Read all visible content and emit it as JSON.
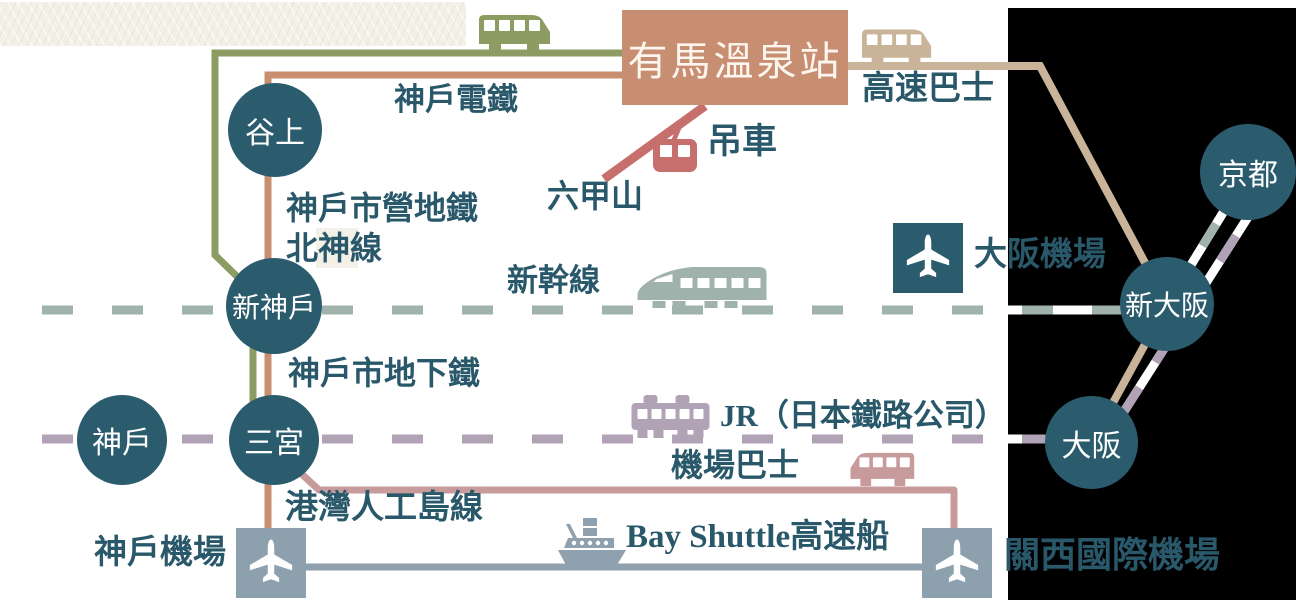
{
  "terminal": {
    "arima": "有馬溫泉站"
  },
  "stations": {
    "tanigami": "谷上",
    "shin_kobe": "新神戶",
    "kobe": "神戶",
    "sannomiya": "三宮",
    "kyoto": "京都",
    "shin_osaka": "新大阪",
    "osaka": "大阪"
  },
  "labels": {
    "kobe_electric": "神戶電鐵",
    "highway_bus": "高速巴士",
    "ropeway": "吊車",
    "rokko": "六甲山",
    "hokushin_line_1": "神戶市營地鐵",
    "hokushin_line_2": "北神線",
    "shinkansen": "新幹線",
    "osaka_airport": "大阪機場",
    "kobe_subway": "神戶市地下鐵",
    "jr": "JR（日本鐵路公司）",
    "airport_bus": "機場巴士",
    "port_liner": "港灣人工島線",
    "kobe_airport": "神戶機場",
    "bay_shuttle": "Bay Shuttle高速船",
    "kansai_airport": "關西國際機場"
  },
  "icons": {
    "city_bus": "bus-icon",
    "highway_bus": "bus-icon",
    "airport_limousine_bus": "bus-icon",
    "shinkansen_train": "bullet-train-icon",
    "jr_train": "train-icon",
    "ropeway_gondola": "gondola-icon",
    "bay_shuttle_ferry": "ship-icon",
    "airport": "plane-icon"
  },
  "colors": {
    "background": "#ffffff",
    "right_panel": "#000000",
    "paper_texture": "#f2f0e7",
    "station_circle": "#2b5c6d",
    "label_text": "#29586a",
    "station_text": "#ffffff",
    "arima_box": "#c78e72",
    "kobe_electric_line": "#c98d70",
    "bus_route_line": "#8d9c62",
    "highway_bus_line": "#c9b499",
    "ropeway_line": "#c76f6d",
    "shinkansen_line": "#a0b2ac",
    "jr_line": "#b2a2b5",
    "airport_bus_line": "#c79a9c",
    "sea_route_line": "#8fa1ae",
    "airport_square": "#8da0ad"
  }
}
